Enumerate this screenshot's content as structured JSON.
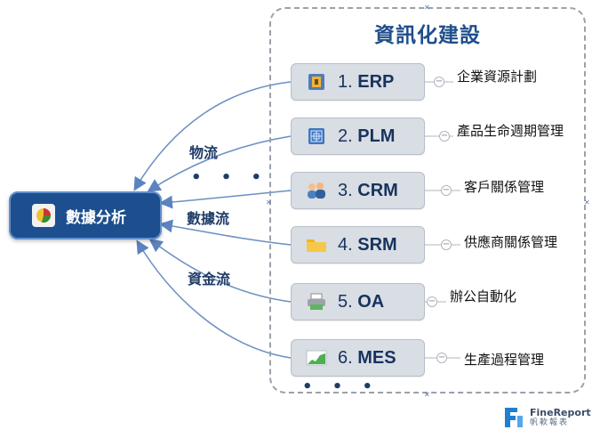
{
  "title": "資訊化建設",
  "hub": {
    "label": "數據分析",
    "icon": "pie-chart-icon"
  },
  "flow_labels": {
    "material": "物流",
    "data": "數據流",
    "capital": "資金流",
    "ellipsis_left": "• • •",
    "ellipsis_bottom": "• • •"
  },
  "systems": [
    {
      "number": "1.",
      "code": "ERP",
      "description": "企業資源計劃",
      "icon": "document-lock-icon"
    },
    {
      "number": "2.",
      "code": "PLM",
      "description": "產品生命週期管理",
      "icon": "blueprint-icon"
    },
    {
      "number": "3.",
      "code": "CRM",
      "description": "客戶關係管理",
      "icon": "people-icon"
    },
    {
      "number": "4.",
      "code": "SRM",
      "description": "供應商關係管理",
      "icon": "folder-icon"
    },
    {
      "number": "5.",
      "code": "OA",
      "description": "辦公自動化",
      "icon": "printer-icon"
    },
    {
      "number": "6.",
      "code": "MES",
      "description": "生產過程管理",
      "icon": "area-chart-icon"
    }
  ],
  "logo": {
    "brand": "FineReport",
    "subtitle": "帆軟報表"
  },
  "colors": {
    "hub_background": "#1d4f8f",
    "title": "#1f4e8c",
    "node_background": "#d9dde4",
    "arrow": "#6b8fc1",
    "container_border": "#9aa1ab"
  }
}
